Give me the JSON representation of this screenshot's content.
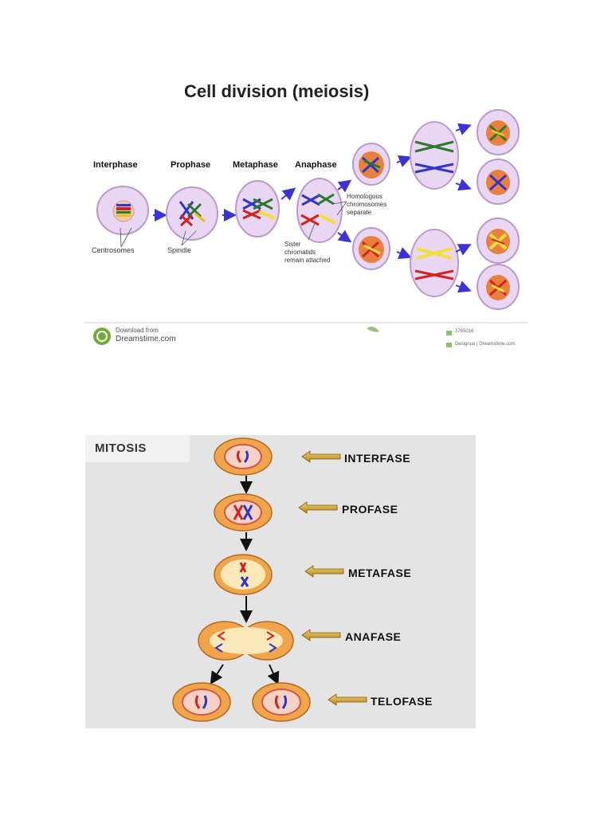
{
  "meiosis": {
    "title": "Cell division (meiosis)",
    "stages": [
      "Interphase",
      "Prophase",
      "Metaphase",
      "Anaphase"
    ],
    "labels": {
      "centrosomes": "Centrosomes",
      "spindle": "Spindle",
      "homologous": [
        "Homologous",
        "chromosomes",
        "separate"
      ],
      "sister": [
        "Sister",
        "chromatids",
        "remain attached"
      ]
    },
    "watermark": {
      "download_from": "Download from",
      "site": "Dreamstime.com",
      "id_label": "2765016",
      "credit": "Designua | Dreamstime.com"
    }
  },
  "mitosis": {
    "title": "MITOSIS",
    "phases": [
      "INTERFASE",
      "PROFASE",
      "METAFASE",
      "ANAFASE",
      "TELOFASE"
    ]
  },
  "colors": {
    "cell_fill": "#e9d6f2",
    "cell_stroke": "#b89acb",
    "arrow_blue": "#3b33d6",
    "mitosis_cell": "#f0a54a",
    "mitosis_inner": "#f6d2c6",
    "gold_arrow": "#c99a16"
  }
}
